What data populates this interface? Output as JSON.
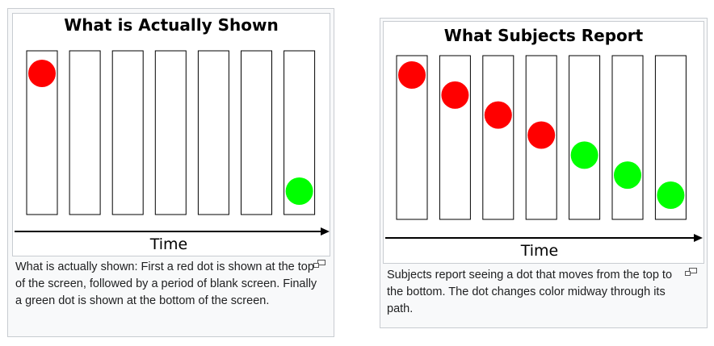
{
  "panels": [
    {
      "title": "What is Actually Shown",
      "axis_label": "Time",
      "caption": "What is actually shown: First a red dot is shown at the top of the screen, followed by a period of blank screen. Finally a green dot is shown at the bottom of the screen.",
      "frames": [
        {
          "dot": "red",
          "level": 0.0
        },
        {
          "dot": null
        },
        {
          "dot": null
        },
        {
          "dot": null
        },
        {
          "dot": null
        },
        {
          "dot": null
        },
        {
          "dot": "green",
          "level": 1.0
        }
      ]
    },
    {
      "title": "What Subjects Report",
      "axis_label": "Time",
      "caption": "Subjects report seeing a dot that moves from the top to the bottom. The dot changes color midway through its path.",
      "frames": [
        {
          "dot": "red",
          "level": 0.0
        },
        {
          "dot": "red",
          "level": 0.167
        },
        {
          "dot": "red",
          "level": 0.333
        },
        {
          "dot": "red",
          "level": 0.5
        },
        {
          "dot": "green",
          "level": 0.667
        },
        {
          "dot": "green",
          "level": 0.833
        },
        {
          "dot": "green",
          "level": 1.0
        }
      ]
    }
  ],
  "colors": {
    "red": "#ff0000",
    "green": "#00ff00",
    "frame_stroke": "#000000",
    "thumb_border": "#c8ccd1"
  },
  "icons": {
    "enlarge": "magnify-clip-icon"
  }
}
